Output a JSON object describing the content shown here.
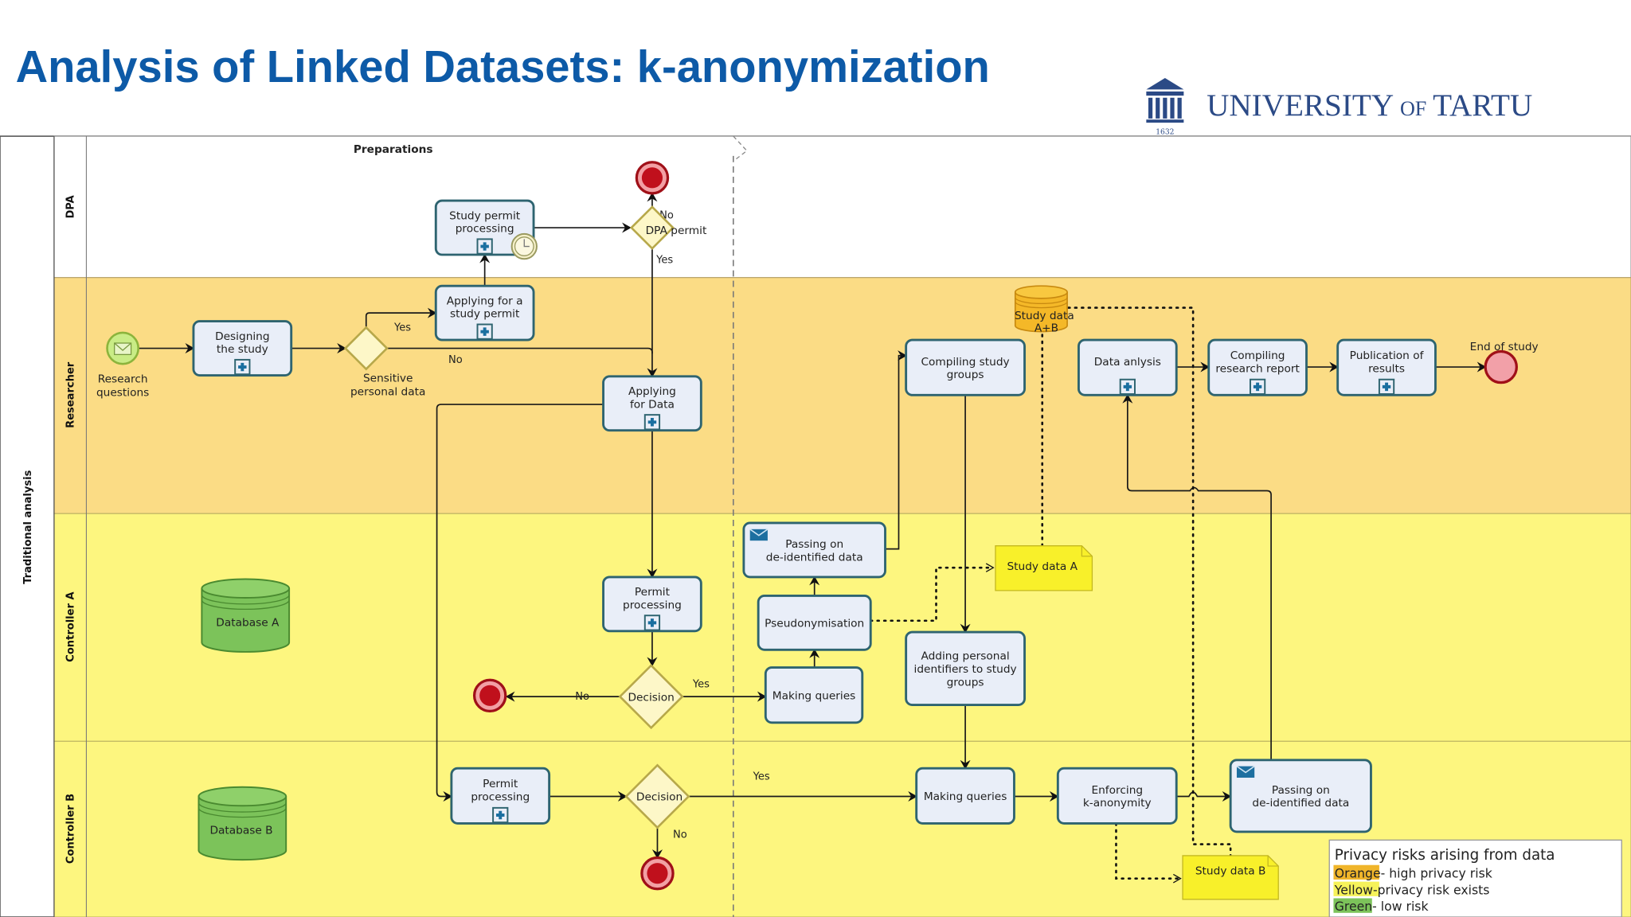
{
  "slide": {
    "title": "Analysis of Linked Datasets: k-anonymization",
    "title_color": "#0d5aa7",
    "logo": {
      "text_main": "UNIVERSITY",
      "text_of": "OF",
      "text_end": "TARTU",
      "year": "1632",
      "color": "#2b4a86"
    }
  },
  "diagram": {
    "pool_label": "Traditional analysis",
    "phase_label": "Preparations",
    "lanes": [
      {
        "label": "DPA",
        "color": "#ffffff"
      },
      {
        "label": "Researcher",
        "color": "#fbdc85"
      },
      {
        "label": "Controller A",
        "color": "#fdf67f"
      },
      {
        "label": "Controller B",
        "color": "#fdf67f"
      }
    ],
    "tasks": [
      {
        "lines": [
          "Designing",
          "the study"
        ],
        "subprocess": true
      },
      {
        "lines": [
          "Applying for a",
          "study permit"
        ],
        "subprocess": true
      },
      {
        "lines": [
          "Study permit",
          "processing"
        ],
        "subprocess": true,
        "timer": true
      },
      {
        "lines": [
          "Applying",
          "for Data"
        ],
        "subprocess": true
      },
      {
        "lines": [
          "Permit",
          "processing"
        ],
        "subprocess": true
      },
      {
        "lines": [
          "Permit",
          "processing"
        ],
        "subprocess": true
      },
      {
        "lines": [
          "Passing on",
          "de-identified data"
        ],
        "subprocess": false,
        "message": true
      },
      {
        "lines": [
          "Pseudonymisation"
        ],
        "subprocess": false
      },
      {
        "lines": [
          "Making queries"
        ],
        "subprocess": false
      },
      {
        "lines": [
          "Compiling study",
          "groups"
        ],
        "subprocess": false
      },
      {
        "lines": [
          "Adding personal",
          "identifiers to study",
          "groups"
        ],
        "subprocess": false
      },
      {
        "lines": [
          "Making queries"
        ],
        "subprocess": false
      },
      {
        "lines": [
          "Enforcing",
          "k-anonymity"
        ],
        "subprocess": false
      },
      {
        "lines": [
          "Passing on",
          "de-identified data"
        ],
        "subprocess": false,
        "message": true
      },
      {
        "lines": [
          "Data anlysis"
        ],
        "subprocess": true
      },
      {
        "lines": [
          "Compiling",
          "research report"
        ],
        "subprocess": true
      },
      {
        "lines": [
          "Publication of",
          "results"
        ],
        "subprocess": true
      }
    ],
    "events": {
      "start_label": [
        "Research",
        "questions"
      ],
      "end_study_label": "End of study"
    },
    "gateways": {
      "sensitive": [
        "Sensitive",
        "personal data"
      ],
      "dpa_permit": "DPA permit",
      "decision_a": "Decision",
      "decision_b": "Decision"
    },
    "flow_labels": {
      "sensitive_yes": "Yes",
      "sensitive_no": "No",
      "dpa_no": "No",
      "dpa_yes": "Yes",
      "decision_a_no": "No",
      "decision_a_yes": "Yes",
      "decision_b_yes": "Yes",
      "decision_b_no": "No"
    },
    "data_stores": {
      "database_a": "Database A",
      "database_b": "Database B",
      "study_data_ab": [
        "Study data",
        "A+B"
      ]
    },
    "data_objects": {
      "study_data_a": "Study data A",
      "study_data_b": "Study data B"
    },
    "legend": {
      "title": "Privacy risks arising from data",
      "items": [
        {
          "color_word": "Orange",
          "text": "- high privacy risk",
          "color": "#f0b52a"
        },
        {
          "color_word": "Yellow",
          "text": "-privacy risk exists",
          "color": "#f6f25a"
        },
        {
          "color_word": "Green",
          "text": "- low risk",
          "color": "#7cc35a"
        }
      ]
    }
  }
}
